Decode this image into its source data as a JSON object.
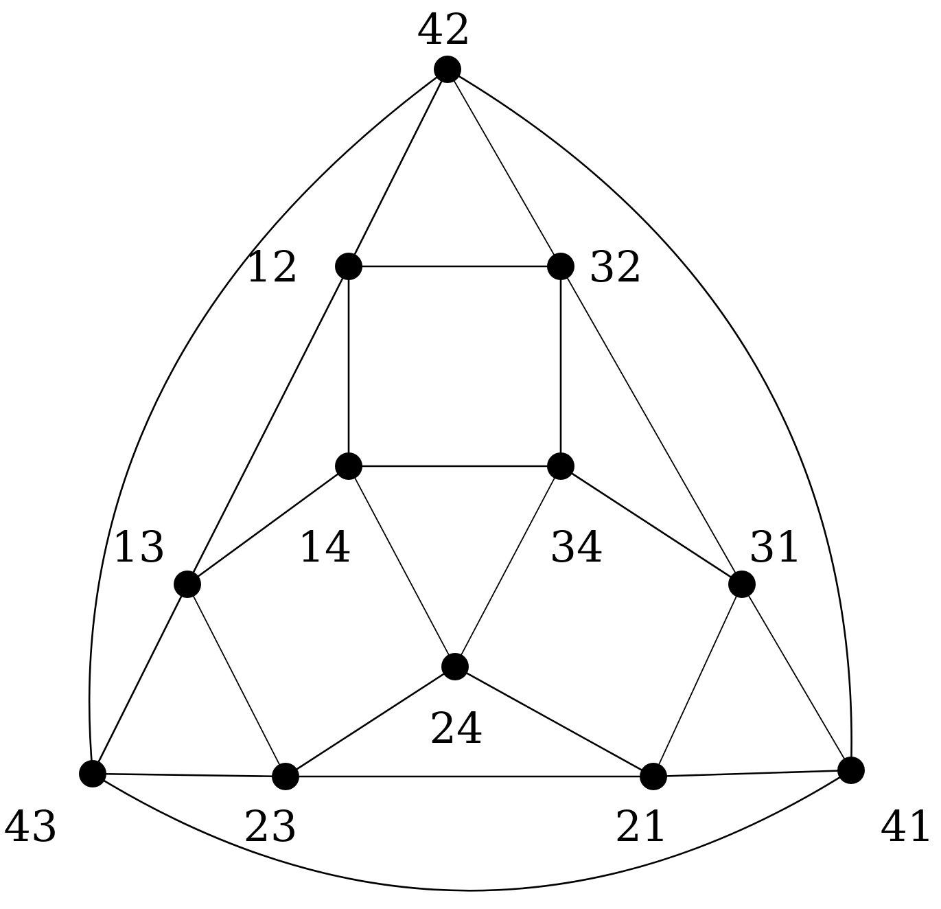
{
  "graph": {
    "nodes": [
      {
        "id": "n42",
        "label": "42"
      },
      {
        "id": "n12",
        "label": "12"
      },
      {
        "id": "n32",
        "label": "32"
      },
      {
        "id": "n14",
        "label": "14"
      },
      {
        "id": "n34",
        "label": "34"
      },
      {
        "id": "n13",
        "label": "13"
      },
      {
        "id": "n31",
        "label": "31"
      },
      {
        "id": "n24",
        "label": "24"
      },
      {
        "id": "n43",
        "label": "43"
      },
      {
        "id": "n23",
        "label": "23"
      },
      {
        "id": "n21",
        "label": "21"
      },
      {
        "id": "n41",
        "label": "41"
      }
    ],
    "edges": [
      {
        "from": "n42",
        "to": "n12",
        "style": "solid"
      },
      {
        "from": "n42",
        "to": "n32",
        "style": "light"
      },
      {
        "from": "n12",
        "to": "n32",
        "style": "solid"
      },
      {
        "from": "n12",
        "to": "n14",
        "style": "solid"
      },
      {
        "from": "n32",
        "to": "n34",
        "style": "solid"
      },
      {
        "from": "n14",
        "to": "n34",
        "style": "solid"
      },
      {
        "from": "n12",
        "to": "n13",
        "style": "solid"
      },
      {
        "from": "n32",
        "to": "n31",
        "style": "light"
      },
      {
        "from": "n14",
        "to": "n13",
        "style": "solid"
      },
      {
        "from": "n34",
        "to": "n31",
        "style": "solid"
      },
      {
        "from": "n14",
        "to": "n24",
        "style": "light"
      },
      {
        "from": "n34",
        "to": "n24",
        "style": "light"
      },
      {
        "from": "n13",
        "to": "n43",
        "style": "solid"
      },
      {
        "from": "n13",
        "to": "n23",
        "style": "light"
      },
      {
        "from": "n31",
        "to": "n21",
        "style": "light"
      },
      {
        "from": "n31",
        "to": "n41",
        "style": "light"
      },
      {
        "from": "n24",
        "to": "n23",
        "style": "solid"
      },
      {
        "from": "n24",
        "to": "n21",
        "style": "solid"
      },
      {
        "from": "n43",
        "to": "n23",
        "style": "solid"
      },
      {
        "from": "n23",
        "to": "n21",
        "style": "solid"
      },
      {
        "from": "n21",
        "to": "n41",
        "style": "solid"
      },
      {
        "from": "n42",
        "to": "n43",
        "style": "curved"
      },
      {
        "from": "n42",
        "to": "n41",
        "style": "curved"
      },
      {
        "from": "n43",
        "to": "n41",
        "style": "curved"
      }
    ]
  }
}
